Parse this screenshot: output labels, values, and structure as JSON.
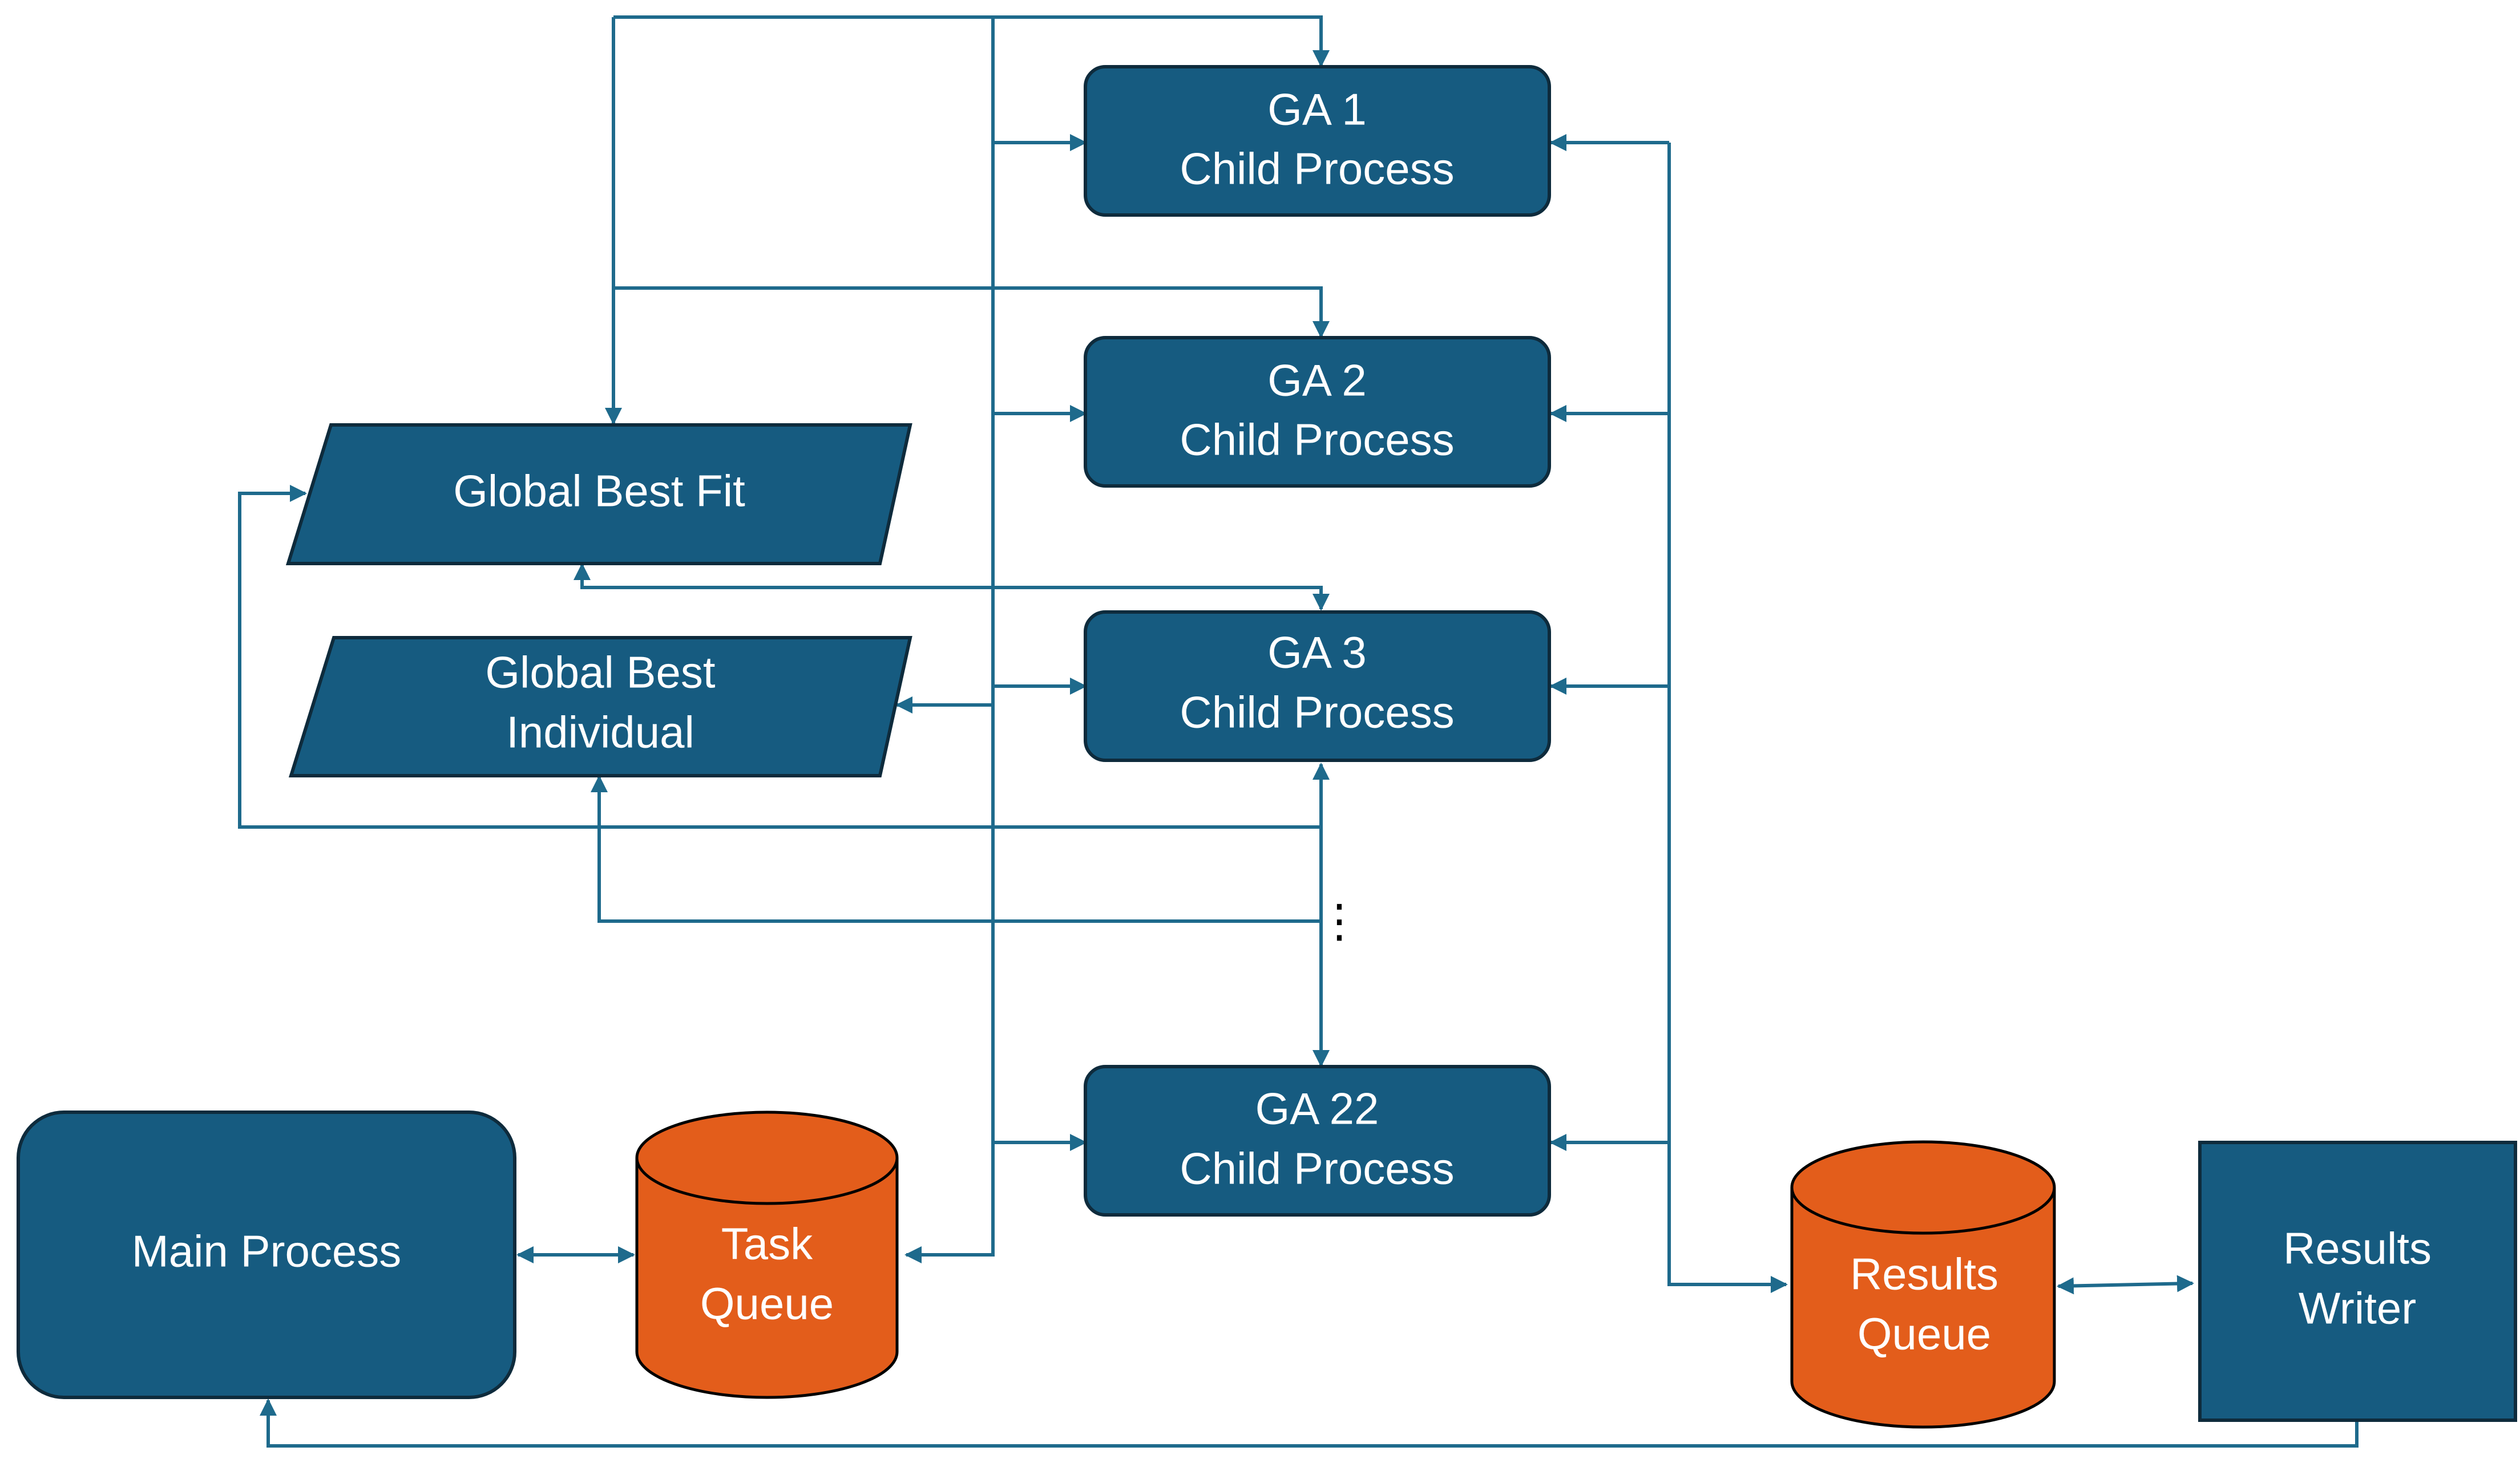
{
  "colors": {
    "process_fill": "#165B80",
    "process_stroke": "#0E2B3C",
    "queue_fill": "#E35D1B",
    "edge": "#1E6A8C"
  },
  "nodes": {
    "ga1": {
      "line1": "GA 1",
      "line2": "Child Process"
    },
    "ga2": {
      "line1": "GA 2",
      "line2": "Child Process"
    },
    "ga3": {
      "line1": "GA 3",
      "line2": "Child Process"
    },
    "ga22": {
      "line1": "GA 22",
      "line2": "Child Process"
    },
    "global_best_fit": {
      "label": "Global Best Fit"
    },
    "global_best_individual": {
      "line1": "Global Best",
      "line2": "Individual"
    },
    "main_process": {
      "label": "Main Process"
    },
    "task_queue": {
      "line1": "Task",
      "line2": "Queue"
    },
    "results_queue": {
      "line1": "Results",
      "line2": "Queue"
    },
    "results_writer": {
      "line1": "Results",
      "line2": "Writer"
    }
  },
  "ellipsis_marker": "⋮"
}
